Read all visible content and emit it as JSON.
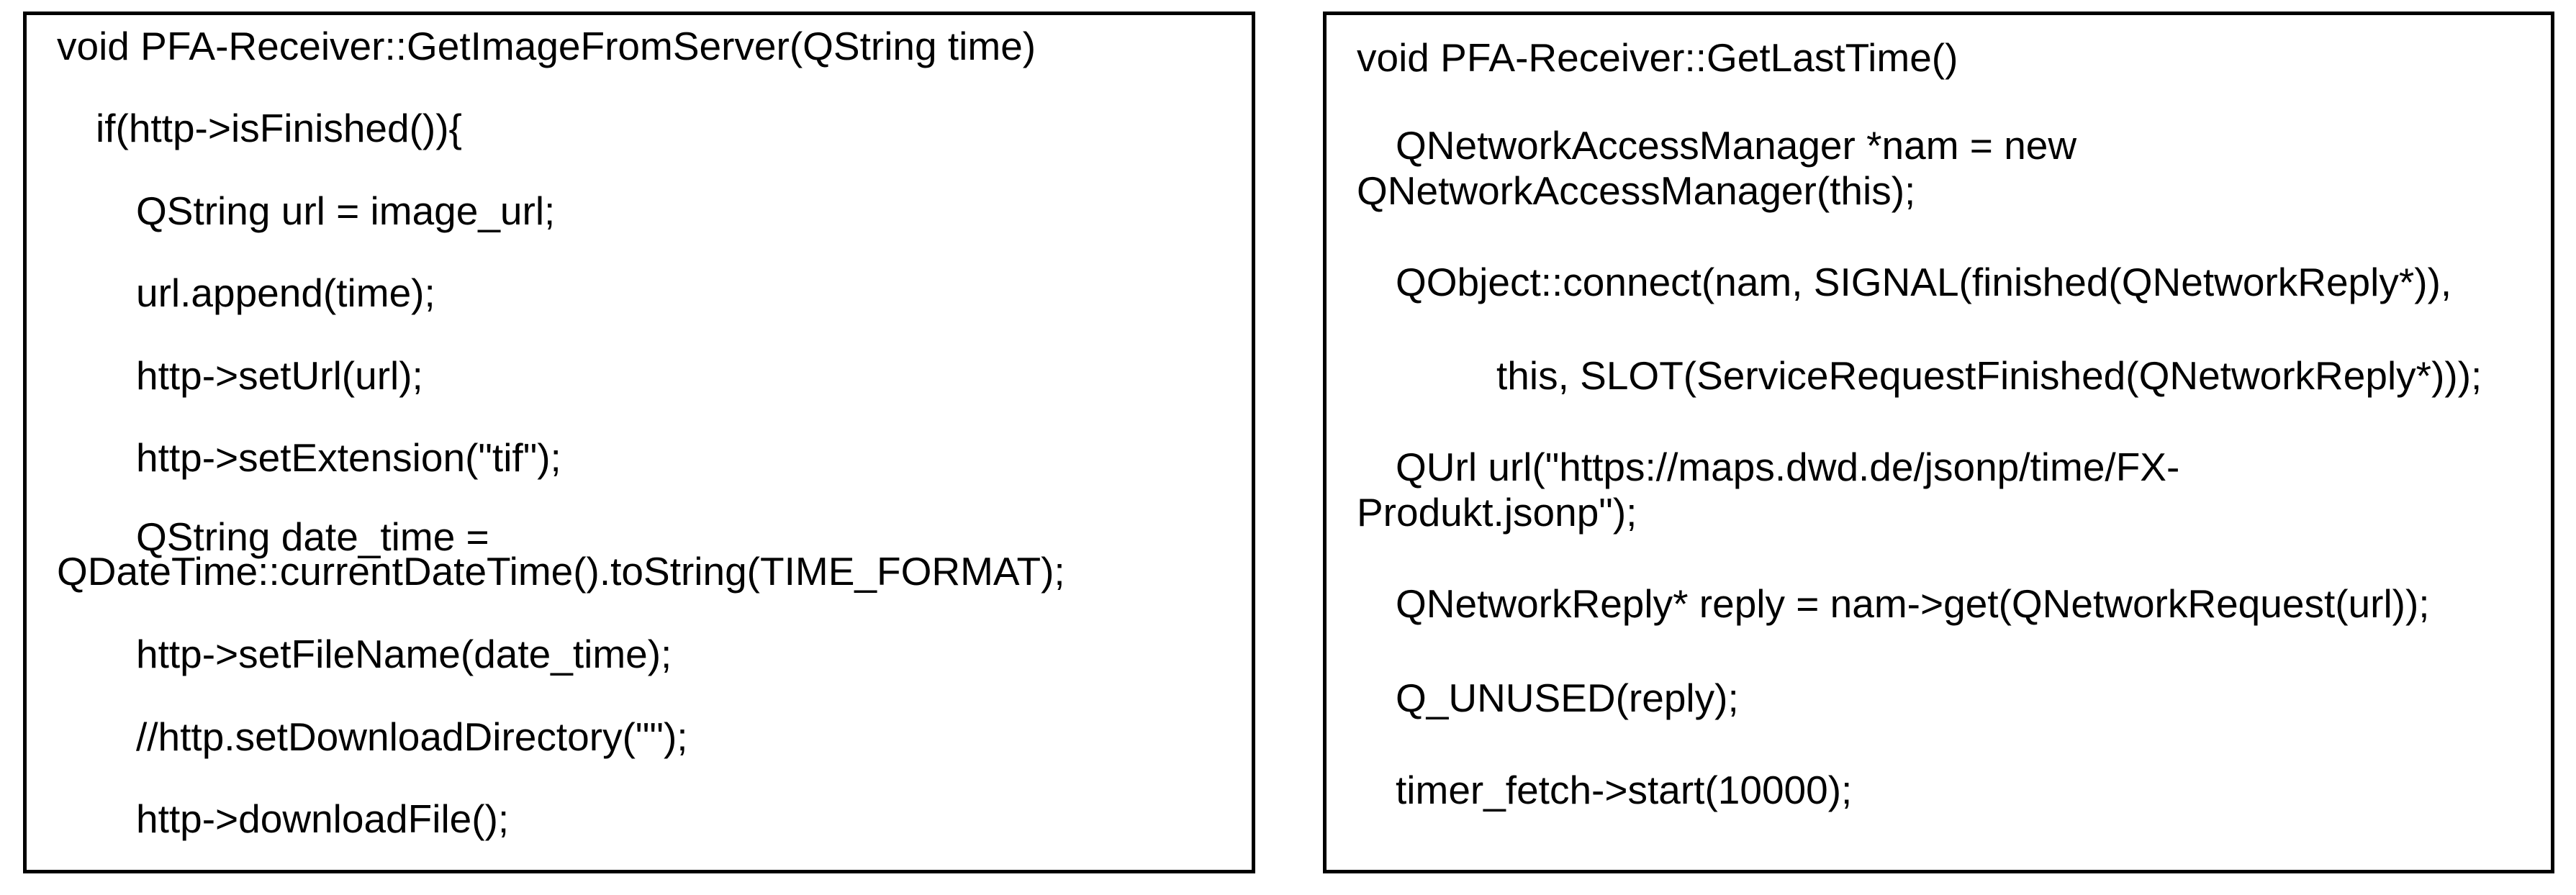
{
  "left_panel": {
    "lines": [
      "void PFA-Receiver::GetImageFromServer(QString time)",
      "if(http->isFinished()){",
      "QString url = image_url;",
      "url.append(time);",
      "http->setUrl(url);",
      "http->setExtension(\"tif\");",
      "QString date_time =",
      "QDateTime::currentDateTime().toString(TIME_FORMAT);",
      "http->setFileName(date_time);",
      "//http.setDownloadDirectory(\"\");",
      "http->downloadFile();"
    ]
  },
  "right_panel": {
    "lines": [
      "void PFA-Receiver::GetLastTime()",
      "QNetworkAccessManager *nam = new",
      "QNetworkAccessManager(this);",
      "QObject::connect(nam, SIGNAL(finished(QNetworkReply*)),",
      "this, SLOT(ServiceRequestFinished(QNetworkReply*)));",
      "QUrl url(\"https://maps.dwd.de/jsonp/time/FX-",
      "Produkt.jsonp\");",
      "QNetworkReply* reply = nam->get(QNetworkRequest(url));",
      "Q_UNUSED(reply);",
      "timer_fetch->start(10000);"
    ]
  }
}
